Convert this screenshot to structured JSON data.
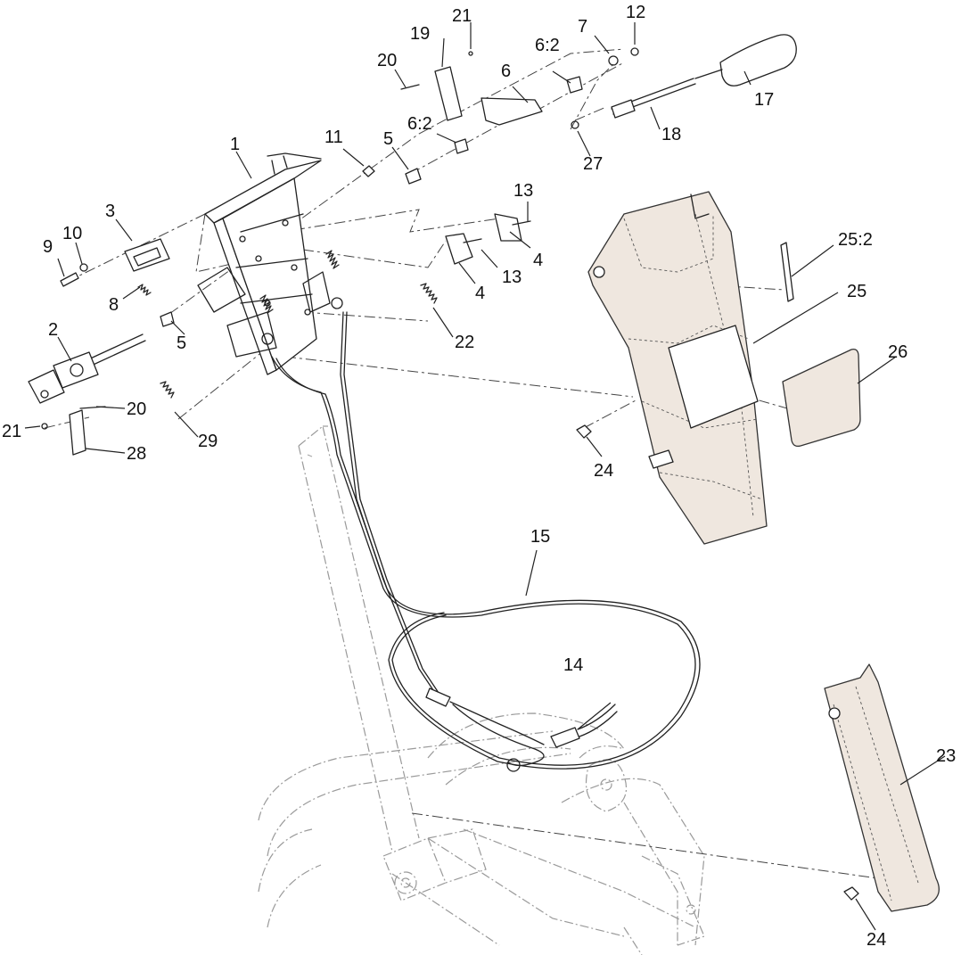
{
  "callouts": [
    {
      "id": "c1",
      "text": "1"
    },
    {
      "id": "c2",
      "text": "2"
    },
    {
      "id": "c3",
      "text": "3"
    },
    {
      "id": "c4a",
      "text": "4"
    },
    {
      "id": "c4b",
      "text": "4"
    },
    {
      "id": "c5a",
      "text": "5"
    },
    {
      "id": "c5b",
      "text": "5"
    },
    {
      "id": "c6",
      "text": "6"
    },
    {
      "id": "c62a",
      "text": "6:2"
    },
    {
      "id": "c62b",
      "text": "6:2"
    },
    {
      "id": "c7",
      "text": "7"
    },
    {
      "id": "c8",
      "text": "8"
    },
    {
      "id": "c9",
      "text": "9"
    },
    {
      "id": "c10",
      "text": "10"
    },
    {
      "id": "c11",
      "text": "11"
    },
    {
      "id": "c12",
      "text": "12"
    },
    {
      "id": "c13a",
      "text": "13"
    },
    {
      "id": "c13b",
      "text": "13"
    },
    {
      "id": "c14",
      "text": "14"
    },
    {
      "id": "c15",
      "text": "15"
    },
    {
      "id": "c17",
      "text": "17"
    },
    {
      "id": "c18",
      "text": "18"
    },
    {
      "id": "c19",
      "text": "19"
    },
    {
      "id": "c20a",
      "text": "20"
    },
    {
      "id": "c20b",
      "text": "20"
    },
    {
      "id": "c21a",
      "text": "21"
    },
    {
      "id": "c21b",
      "text": "21"
    },
    {
      "id": "c22",
      "text": "22"
    },
    {
      "id": "c23",
      "text": "23"
    },
    {
      "id": "c24a",
      "text": "24"
    },
    {
      "id": "c24b",
      "text": "24"
    },
    {
      "id": "c25",
      "text": "25"
    },
    {
      "id": "c252",
      "text": "25:2"
    },
    {
      "id": "c26",
      "text": "26"
    },
    {
      "id": "c27",
      "text": "27"
    },
    {
      "id": "c28",
      "text": "28"
    },
    {
      "id": "c29",
      "text": "29"
    }
  ]
}
